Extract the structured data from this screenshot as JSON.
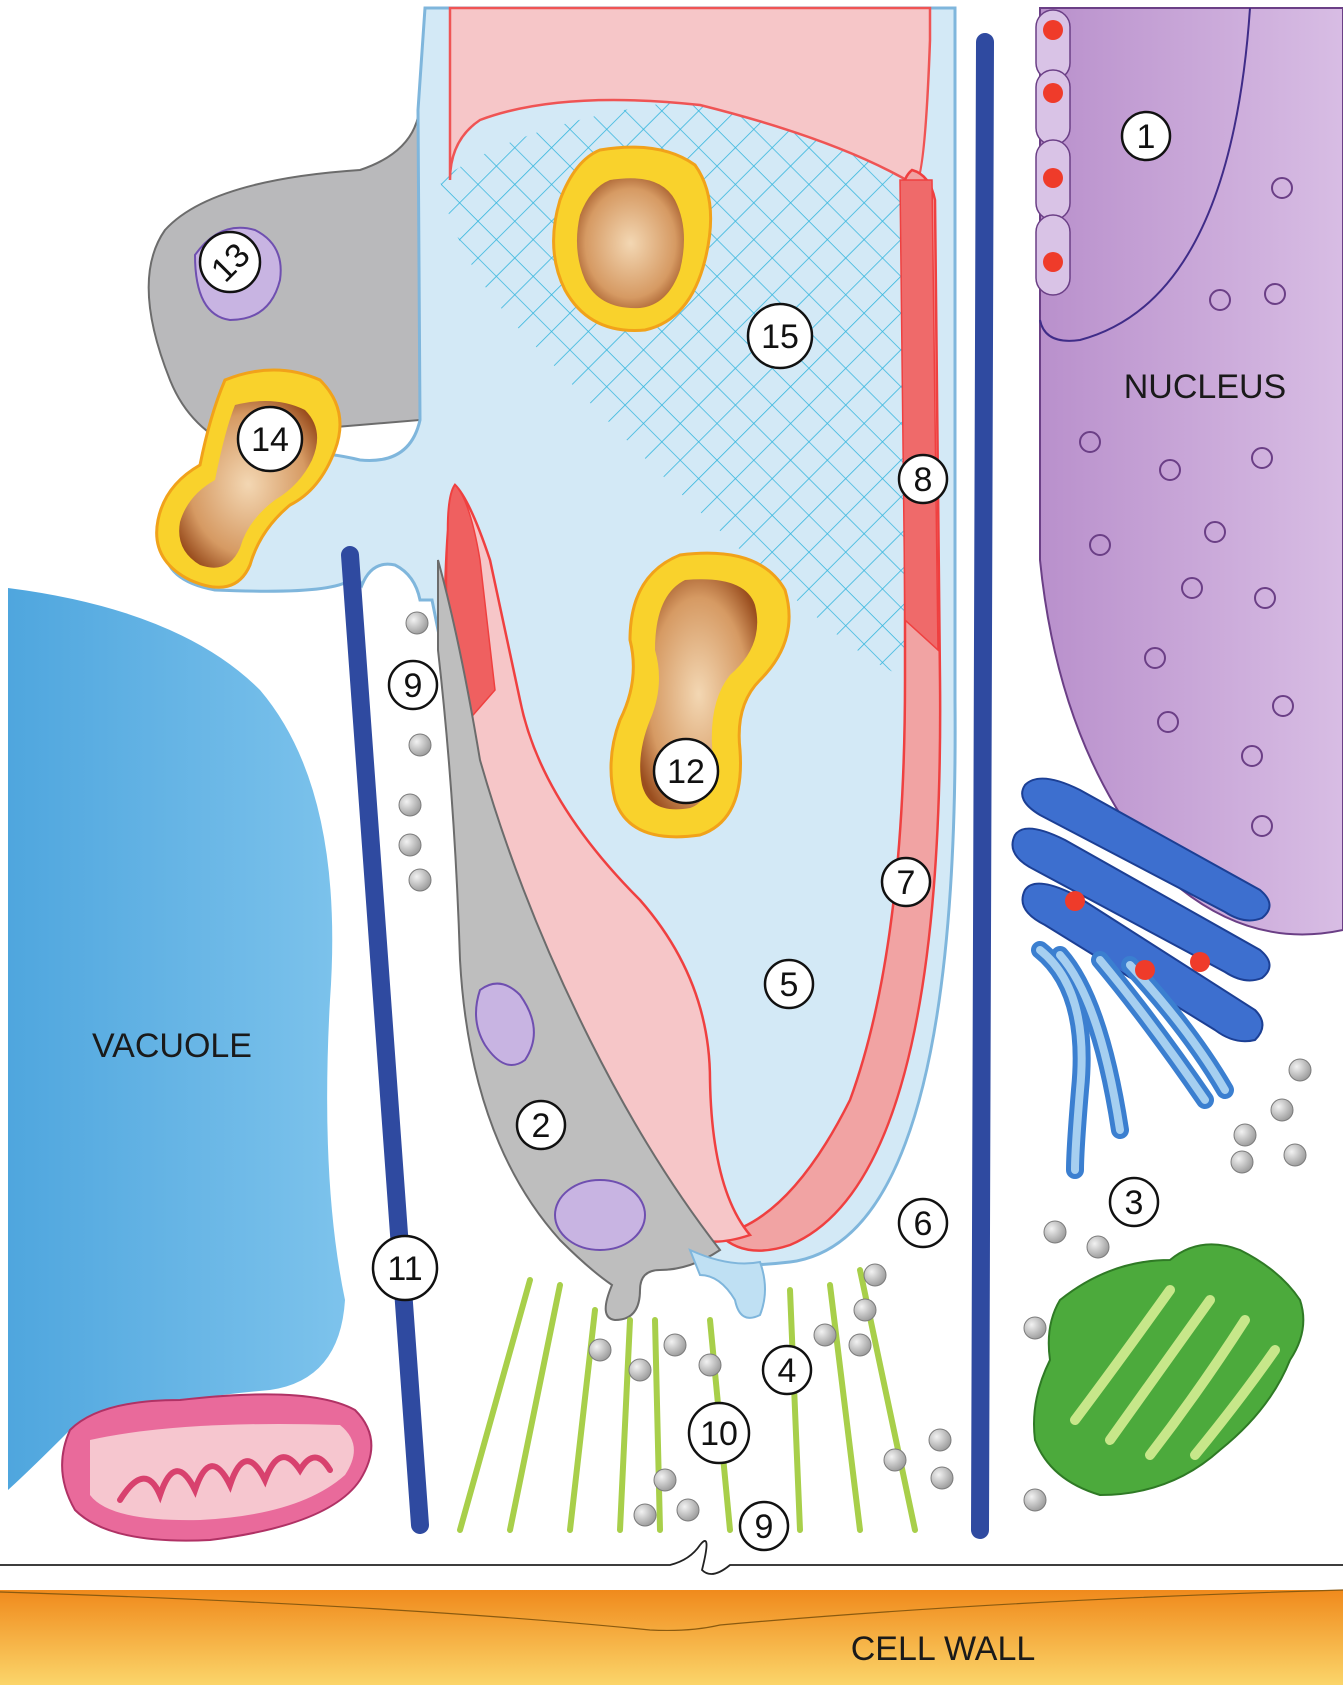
{
  "labels": {
    "nucleus": "NUCLEUS",
    "vacuole": "VACUOLE",
    "cell_wall": "CELL WALL"
  },
  "numbers": {
    "n1": "1",
    "n2": "2",
    "n3": "3",
    "n4": "4",
    "n5": "5",
    "n6": "6",
    "n7": "7",
    "n8": "8",
    "n9a": "9",
    "n9b": "9",
    "n10": "10",
    "n11": "11",
    "n12": "12",
    "n13": "13",
    "n14": "14",
    "n15": "15"
  },
  "colors": {
    "nucleus": "#c9a4d6",
    "vacuole": "#5fb2e3",
    "cell_wall": "#f7a92a",
    "cytoplasm_light_blue": "#d3e9f6",
    "mesh": "#36b6dd",
    "membrane_red": "#ef5454",
    "pink_region": "#f6c6c8",
    "grey_region": "#b9b9bb",
    "microtubule": "#2f4aa0",
    "actin_green": "#a8cf4a",
    "golgi_green": "#4caa3c",
    "er_blue": "#3d6fcf",
    "mitochondrion": "#e96a9b",
    "lysosome_purple": "#b59bd9",
    "vesicle_grey": "#b8b8b8"
  }
}
